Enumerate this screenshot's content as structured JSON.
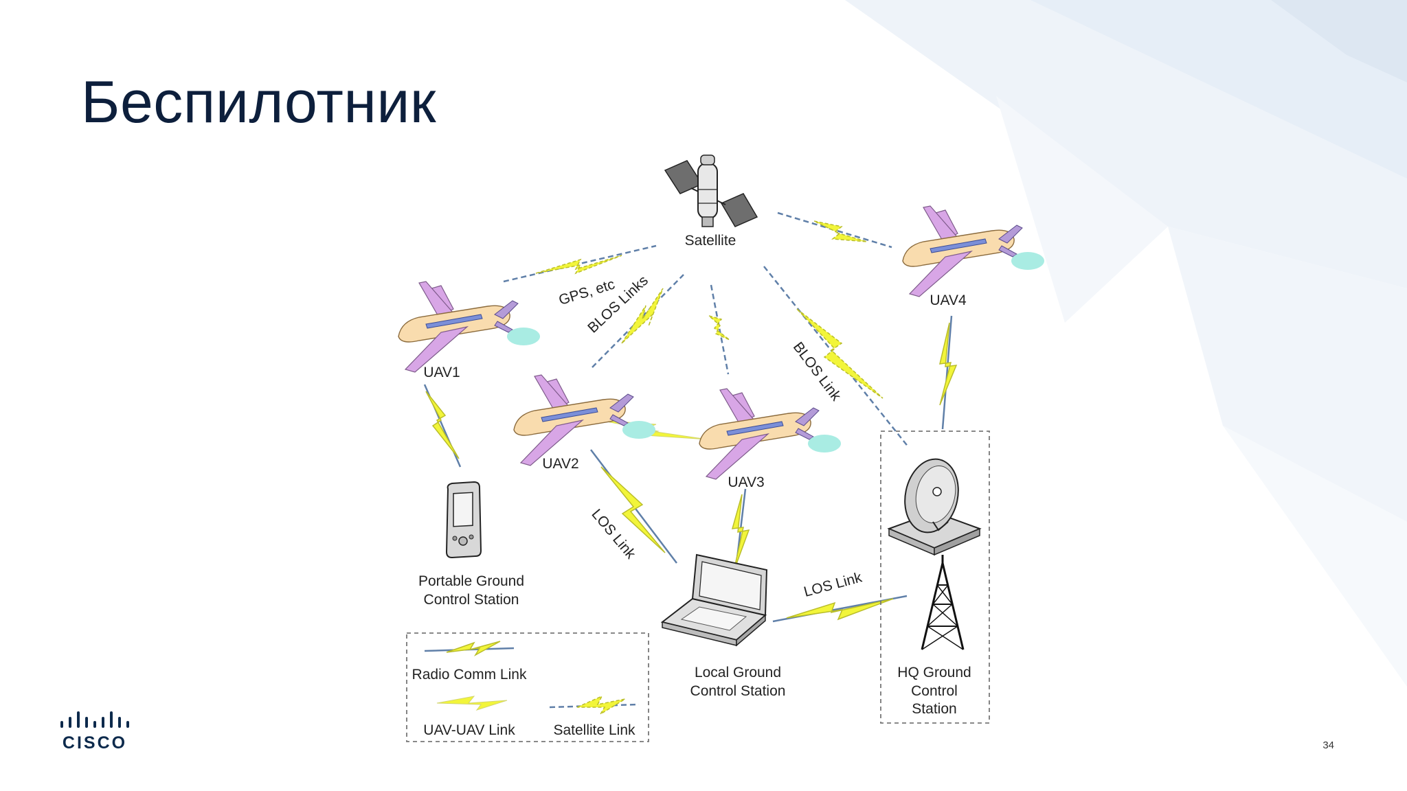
{
  "slide": {
    "title": "Беспилотник",
    "page_number": "34"
  },
  "logo": {
    "word": "CISCO",
    "icon": "cisco-bars-logo"
  },
  "diagram": {
    "nodes": {
      "satellite": "Satellite",
      "uav1": "UAV1",
      "uav2": "UAV2",
      "uav3": "UAV3",
      "uav4": "UAV4",
      "portable_gcs_line1": "Portable Ground",
      "portable_gcs_line2": "Control Station",
      "local_gcs_line1": "Local Ground",
      "local_gcs_line2": "Control Station",
      "hq_gcs_line1": "HQ Ground",
      "hq_gcs_line2": "Control",
      "hq_gcs_line3": "Station"
    },
    "link_labels": {
      "gps": "GPS, etc",
      "blos_links": "BLOS Links",
      "blos_link": "BLOS Link",
      "los_link_uav2": "LOS Link",
      "los_link_hq": "LOS Link"
    },
    "legend": {
      "radio": "Radio Comm Link",
      "uav_uav": "UAV-UAV Link",
      "satellite": "Satellite Link"
    },
    "colors": {
      "bolt": "#f2f53a",
      "bolt_edge": "#b9bd2a",
      "wire": "#5f7fa8",
      "plane_body": "#f9dcae",
      "plane_wing": "#d8a6e6",
      "plane_window": "#7b8fd8",
      "cloud": "#a9ece3"
    }
  }
}
